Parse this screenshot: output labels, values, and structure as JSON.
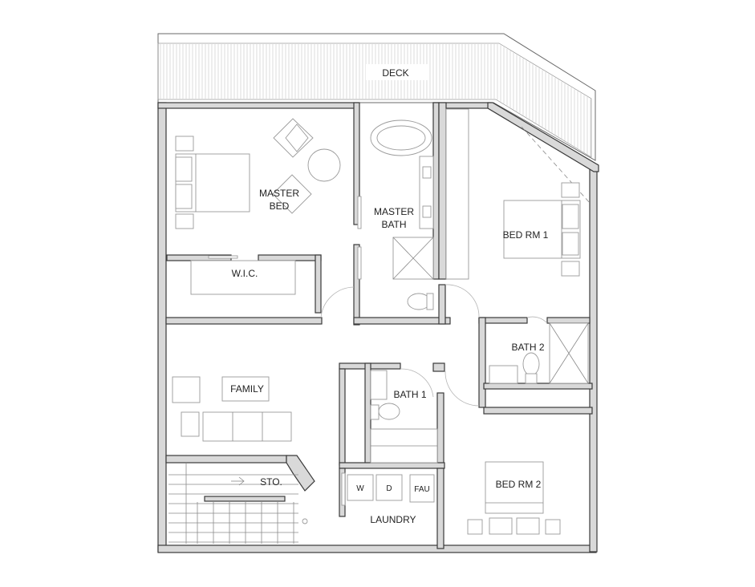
{
  "rooms": {
    "deck": "DECK",
    "master_bed_line1": "MASTER",
    "master_bed_line2": "BED",
    "master_bath_line1": "MASTER",
    "master_bath_line2": "BATH",
    "bed_rm_1": "BED RM 1",
    "wic": "W.I.C.",
    "bath_2": "BATH 2",
    "family": "FAMILY",
    "bath_1": "BATH 1",
    "sto": "STO.",
    "bed_rm_2": "BED RM 2",
    "laundry": "LAUNDRY"
  },
  "appliances": {
    "washer": "W",
    "dryer": "D",
    "fau": "FAU"
  },
  "colors": {
    "wall_fill": "#d9d9d9",
    "line": "#3a3a3a",
    "furniture": "#9a9a9a"
  }
}
